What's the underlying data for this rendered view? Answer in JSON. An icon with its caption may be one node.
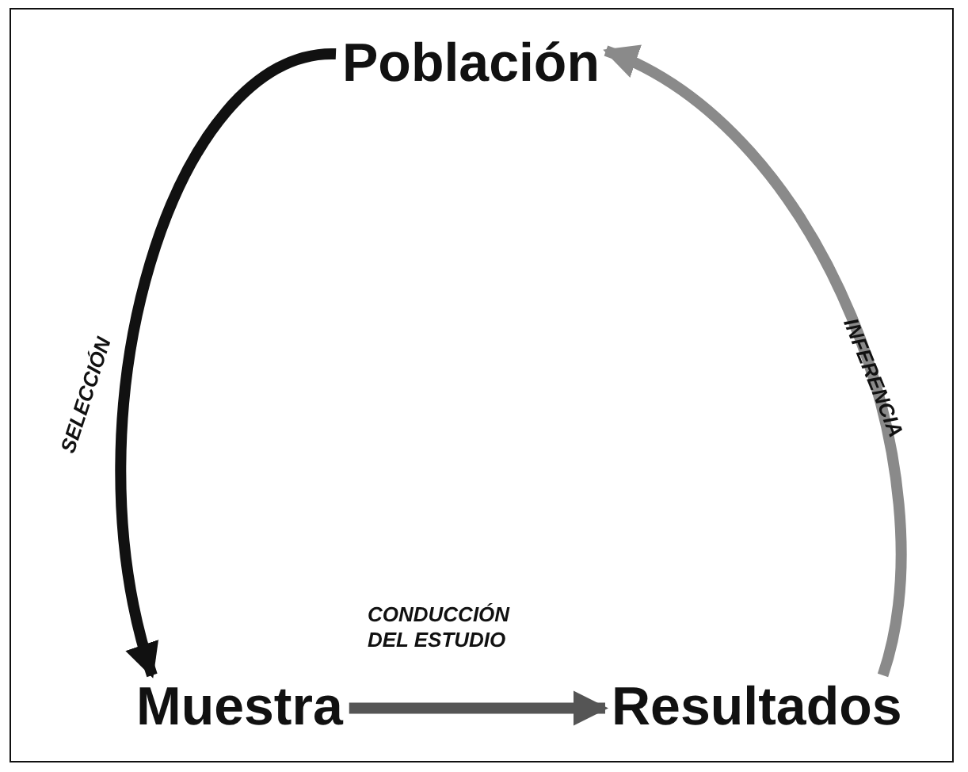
{
  "diagram": {
    "nodes": [
      {
        "text": [
          "Población"
        ]
      },
      {
        "text": [
          "Muestra"
        ]
      },
      {
        "text": [
          "Resultados"
        ]
      }
    ],
    "edges": [
      {
        "from": 0,
        "to": 1,
        "arrow": "to",
        "label": "SELECCIÓN"
      },
      {
        "from": 1,
        "to": 2,
        "arrow": "to",
        "label": "CONDUCCIÓN DEL ESTUDIO",
        "color": "#555555"
      },
      {
        "from": 2,
        "to": 0,
        "arrow": "to",
        "label": "INFERENCIA",
        "color": "#8a8a8a"
      }
    ]
  }
}
